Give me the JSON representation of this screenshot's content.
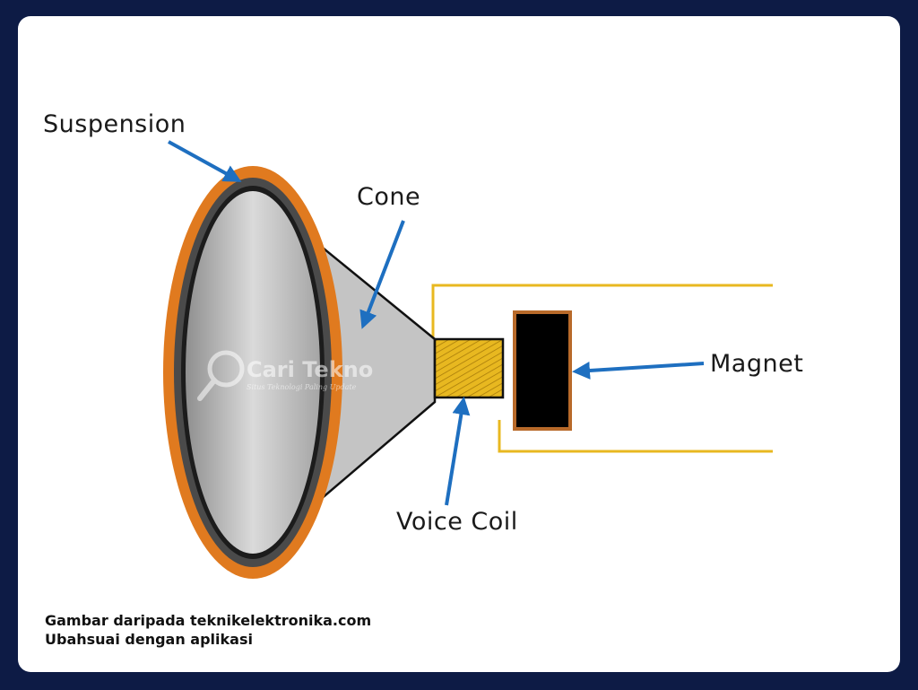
{
  "labels": {
    "suspension": "Suspension",
    "cone": "Cone",
    "magnet": "Magnet",
    "voice_coil": "Voice Coil"
  },
  "watermark": {
    "brand": "Cari Tekno",
    "tagline": "Situs Teknologi Paling Update"
  },
  "caption": {
    "line1": "Gambar daripada teknikelektronika.com",
    "line2": "Ubahsuai dengan aplikasi"
  },
  "colors": {
    "frame": "#0d1b45",
    "suspension": "#e07a1f",
    "cone_fill": "#c4c4c4",
    "coil": "#e8b820",
    "magnet_fill": "#000000",
    "magnet_border": "#b86a2a",
    "arrow": "#1e6fc0",
    "housing": "#e8b820"
  },
  "icons": {
    "watermark": "magnifier-logo-icon"
  }
}
